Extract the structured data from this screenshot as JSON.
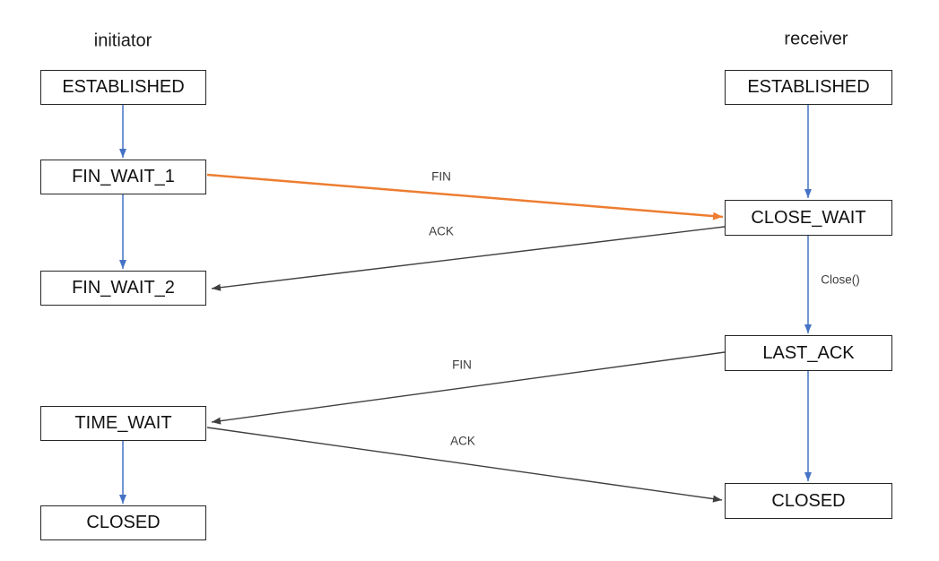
{
  "diagram": {
    "initiator": {
      "title": "initiator",
      "states": [
        "ESTABLISHED",
        "FIN_WAIT_1",
        "FIN_WAIT_2",
        "TIME_WAIT",
        "CLOSED"
      ]
    },
    "receiver": {
      "title": "receiver",
      "states": [
        "ESTABLISHED",
        "CLOSE_WAIT",
        "LAST_ACK",
        "CLOSED"
      ]
    },
    "messages": {
      "fin_to_receiver": "FIN",
      "ack_to_initiator": "ACK",
      "close_call": "Close()",
      "fin_to_initiator": "FIN",
      "ack_to_receiver": "ACK"
    },
    "colors": {
      "state_flow_arrow": "#4472c4",
      "fin_highlight_arrow": "#ed7d31",
      "message_arrow": "#3f3f3f",
      "box_border": "#262626",
      "box_fill": "#ffffff"
    }
  }
}
